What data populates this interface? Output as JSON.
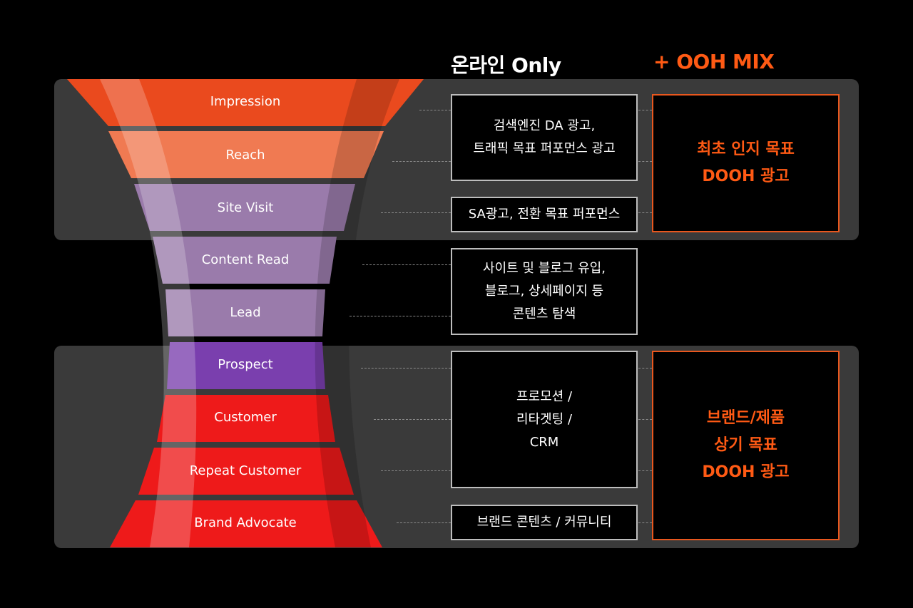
{
  "headings": {
    "online": "온라인 Only",
    "ooh": "+ OOH MIX"
  },
  "stages": [
    "Impression",
    "Reach",
    "Site Visit",
    "Content Read",
    "Lead",
    "Prospect",
    "Customer",
    "Repeat Customer",
    "Brand Advocate"
  ],
  "online_boxes": {
    "search_da": [
      "검색엔진 DA 광고,",
      "트래픽 목표 퍼포먼스 광고"
    ],
    "sa": [
      "SA광고, 전환 목표 퍼포먼스"
    ],
    "content": [
      "사이트 및 블로그 유입,",
      "블로그, 상세페이지 등",
      "콘텐츠 탐색"
    ],
    "promotion": [
      "프로모션 /",
      "리타겟팅 /",
      "CRM"
    ],
    "brand_content": [
      "브랜드 콘텐츠 / 커뮤니티"
    ]
  },
  "ooh_boxes": {
    "awareness": [
      "최초 인지 목표",
      "DOOH 광고"
    ],
    "recall": [
      "브랜드/제품",
      "상기 목표",
      "DOOH 광고"
    ]
  },
  "colors": {
    "background": "#000000",
    "band": "#3a3a3a",
    "accent": "#ff5a14",
    "impression": "#ea4a1e",
    "reach": "#f07a52",
    "mid_stages": "#9a7bab",
    "prospect": "#7a3fae",
    "bottom_stages": "#ee1a1a"
  }
}
